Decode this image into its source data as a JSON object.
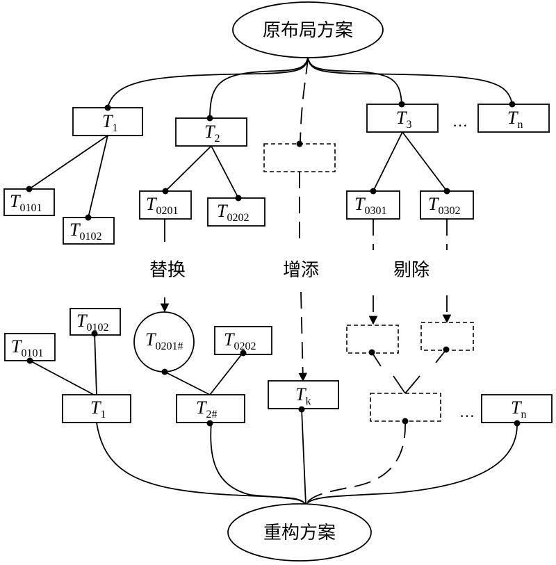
{
  "top": {
    "text": "原布局方案"
  },
  "bottom": {
    "text": "重构方案"
  },
  "ops": {
    "replace": "替换",
    "add": "增添",
    "remove": "剔除"
  },
  "ellipsis": "…",
  "nodes": {
    "t1": {
      "main": "T",
      "sub": "1"
    },
    "t2": {
      "main": "T",
      "sub": "2"
    },
    "t3": {
      "main": "T",
      "sub": "3"
    },
    "tn": {
      "main": "T",
      "sub": "n"
    },
    "t0101": {
      "main": "T",
      "sub": "0101"
    },
    "t0102": {
      "main": "T",
      "sub": "0102"
    },
    "t0201": {
      "main": "T",
      "sub": "0201"
    },
    "t0202": {
      "main": "T",
      "sub": "0202"
    },
    "t0301": {
      "main": "T",
      "sub": "0301"
    },
    "t0302": {
      "main": "T",
      "sub": "0302"
    },
    "b_t0101": {
      "main": "T",
      "sub": "0101"
    },
    "b_t0102": {
      "main": "T",
      "sub": "0102"
    },
    "b_t0201h": {
      "main": "T",
      "sub": "0201#"
    },
    "b_t0202": {
      "main": "T",
      "sub": "0202"
    },
    "b_t1": {
      "main": "T",
      "sub": "1"
    },
    "b_t2h": {
      "main": "T",
      "sub": "2#"
    },
    "b_tk": {
      "main": "T",
      "sub": "k"
    },
    "b_tn": {
      "main": "T",
      "sub": "n"
    }
  }
}
